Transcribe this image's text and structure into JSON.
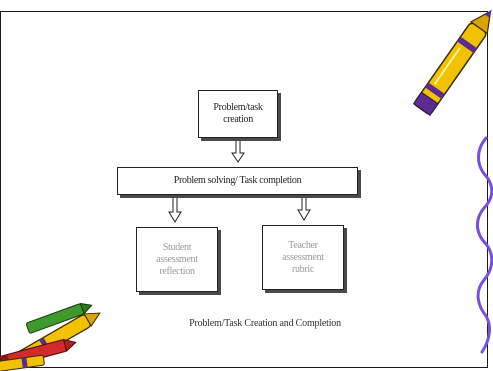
{
  "diagram": {
    "nodes": {
      "creation": "Problem/task creation",
      "solving": "Problem solving/ Task completion",
      "student": "Student assessment reflection",
      "teacher": "Teacher assessment rubric"
    },
    "edges": [
      {
        "from": "creation",
        "to": "solving"
      },
      {
        "from": "solving",
        "to": "student"
      },
      {
        "from": "solving",
        "to": "teacher"
      }
    ],
    "caption": "Problem/Task Creation and Completion"
  },
  "decorations": {
    "top_right_icon": "yellow-crayon-icon",
    "bottom_left_icon": "crayon-bundle-icon",
    "right_edge_icon": "purple-squiggle-line",
    "colors": {
      "crayon_yellow": "#f2c200",
      "crayon_purple": "#5b2c91",
      "squiggle": "#7a4fe0",
      "crayon_red": "#d22b2b",
      "crayon_green": "#3f9a2e"
    }
  }
}
